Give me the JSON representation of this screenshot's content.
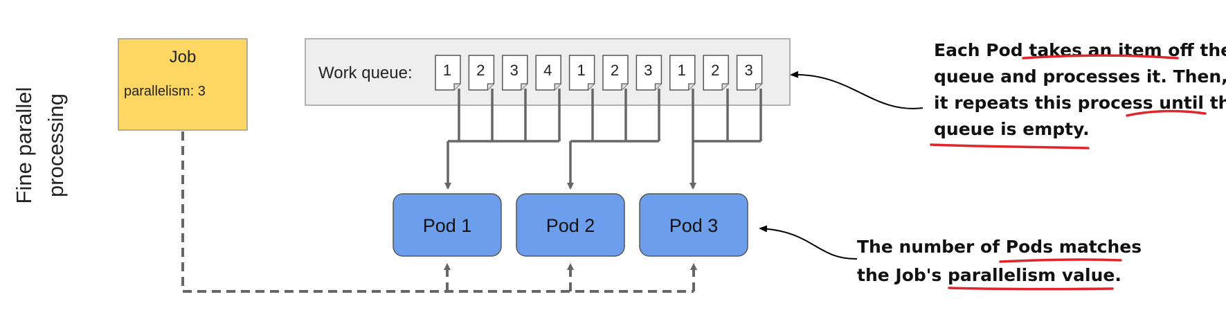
{
  "side_label": {
    "line1": "Fine parallel",
    "line2": "processing"
  },
  "job": {
    "title": "Job",
    "parallelism": "parallelism: 3"
  },
  "work_queue": {
    "label": "Work queue:",
    "items": [
      "1",
      "2",
      "3",
      "4",
      "1",
      "2",
      "3",
      "1",
      "2",
      "3"
    ]
  },
  "pods": [
    "Pod 1",
    "Pod 2",
    "Pod 3"
  ],
  "annotations": {
    "queue_note": [
      "Each Pod takes an item off the",
      "queue and processes it. Then,",
      "it repeats this process until the",
      "queue is empty."
    ],
    "pods_note": [
      "The number of Pods matches",
      "the Job's parallelism value."
    ]
  },
  "colors": {
    "job_fill": "#FDD663",
    "queue_fill": "#EEEEEE",
    "pod_fill": "#6D9EEB",
    "connector": "#666666",
    "underline": "#E0262B"
  }
}
